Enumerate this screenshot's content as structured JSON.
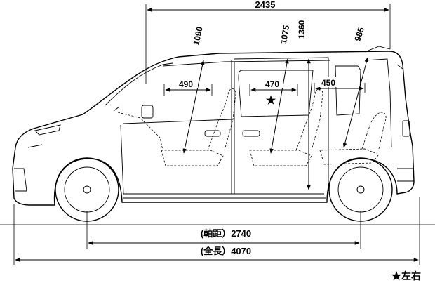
{
  "dimensions": {
    "interior_length": "2435",
    "front_headroom": "1090",
    "second_headroom": "1075",
    "interior_height": "1360",
    "third_headroom": "985",
    "front_legroom": "490",
    "second_legroom": "470",
    "third_legroom": "450",
    "wheelbase": "(軸距）2740",
    "overall_length": "(全長）4070"
  },
  "symbols": {
    "star": "★"
  },
  "legend": {
    "note": "★左右"
  },
  "colors": {
    "line": "#000000",
    "background": "#ffffff"
  }
}
